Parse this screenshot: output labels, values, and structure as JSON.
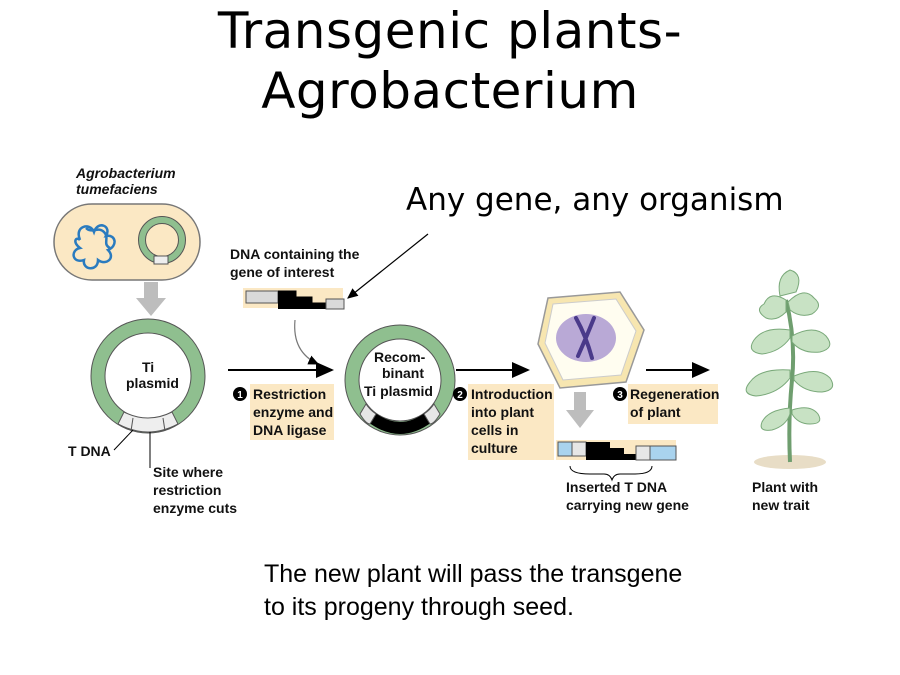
{
  "title": {
    "line1": "Transgenic plants-",
    "line2": "Agrobacterium"
  },
  "subtitle": "Any gene, any organism",
  "caption": {
    "line1": "The new plant will pass the transgene",
    "line2": "to its progeny through seed."
  },
  "diagram": {
    "bacterium_label": [
      "Agrobacterium",
      "tumefaciens"
    ],
    "dna_label": [
      "DNA containing the",
      "gene of interest"
    ],
    "ti_label": [
      "Ti",
      "plasmid"
    ],
    "recombinant_label": [
      "Recom-",
      "binant",
      "Ti plasmid"
    ],
    "tdna_label": "T DNA",
    "site_label": [
      "Site where",
      "restriction",
      "enzyme cuts"
    ],
    "step1": {
      "number": "1",
      "lines": [
        "Restriction",
        "enzyme and",
        "DNA ligase"
      ]
    },
    "step2": {
      "number": "2",
      "lines": [
        "Introduction",
        "into plant",
        "cells in",
        "culture"
      ]
    },
    "step3": {
      "number": "3",
      "lines": [
        "Regeneration",
        "of plant"
      ]
    },
    "inserted_label": [
      "Inserted T DNA",
      "carrying new gene"
    ],
    "plant_label": [
      "Plant with",
      "new trait"
    ]
  },
  "colors": {
    "plasmid_green": "#8fbf8f",
    "label_box": "#fbe8c4",
    "cell_wall": "#f7e6b0",
    "nucleus": "#b9a9d6",
    "tdna_blue": "#a9d3ee",
    "dna_black": "#000000"
  }
}
